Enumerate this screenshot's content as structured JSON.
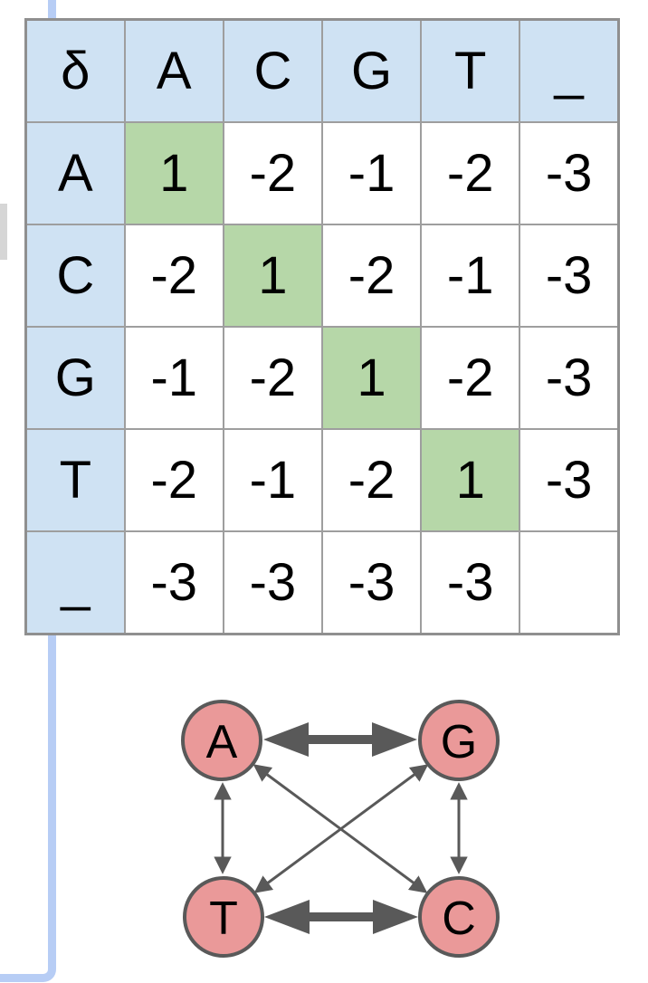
{
  "matrix": {
    "corner_label": "δ",
    "col_headers": [
      "A",
      "C",
      "G",
      "T",
      "_"
    ],
    "row_headers": [
      "A",
      "C",
      "G",
      "T",
      "_"
    ],
    "rows": [
      [
        "1",
        "-2",
        "-1",
        "-2",
        "-3"
      ],
      [
        "-2",
        "1",
        "-2",
        "-1",
        "-3"
      ],
      [
        "-1",
        "-2",
        "1",
        "-2",
        "-3"
      ],
      [
        "-2",
        "-1",
        "-2",
        "1",
        "-3"
      ],
      [
        "-3",
        "-3",
        "-3",
        "-3",
        ""
      ]
    ],
    "diagonal_highlighted_cells": [
      [
        0,
        0
      ],
      [
        1,
        1
      ],
      [
        2,
        2
      ],
      [
        3,
        3
      ]
    ],
    "colors": {
      "header_fill": "#cfe2f3",
      "diagonal_fill": "#b6d7a8",
      "grid_line": "#9e9e9e"
    }
  },
  "graph": {
    "nodes": [
      {
        "id": "A",
        "label": "A",
        "position": "top-left"
      },
      {
        "id": "G",
        "label": "G",
        "position": "top-right"
      },
      {
        "id": "T",
        "label": "T",
        "position": "bottom-left"
      },
      {
        "id": "C",
        "label": "C",
        "position": "bottom-right"
      }
    ],
    "edges": [
      {
        "from": "A",
        "to": "G",
        "weight": "thick",
        "bidirectional": true
      },
      {
        "from": "T",
        "to": "C",
        "weight": "thick",
        "bidirectional": true
      },
      {
        "from": "A",
        "to": "T",
        "weight": "thin",
        "bidirectional": true
      },
      {
        "from": "G",
        "to": "C",
        "weight": "thin",
        "bidirectional": true
      },
      {
        "from": "A",
        "to": "C",
        "weight": "thin",
        "bidirectional": true
      },
      {
        "from": "G",
        "to": "T",
        "weight": "thin",
        "bidirectional": true
      }
    ],
    "colors": {
      "node_fill": "#ea9999",
      "node_border": "#595959",
      "arrow": "#595959"
    }
  },
  "decorations": {
    "connector_line_color": "#b7cdf5",
    "left_edge_tab_color": "#d6d6d6"
  }
}
